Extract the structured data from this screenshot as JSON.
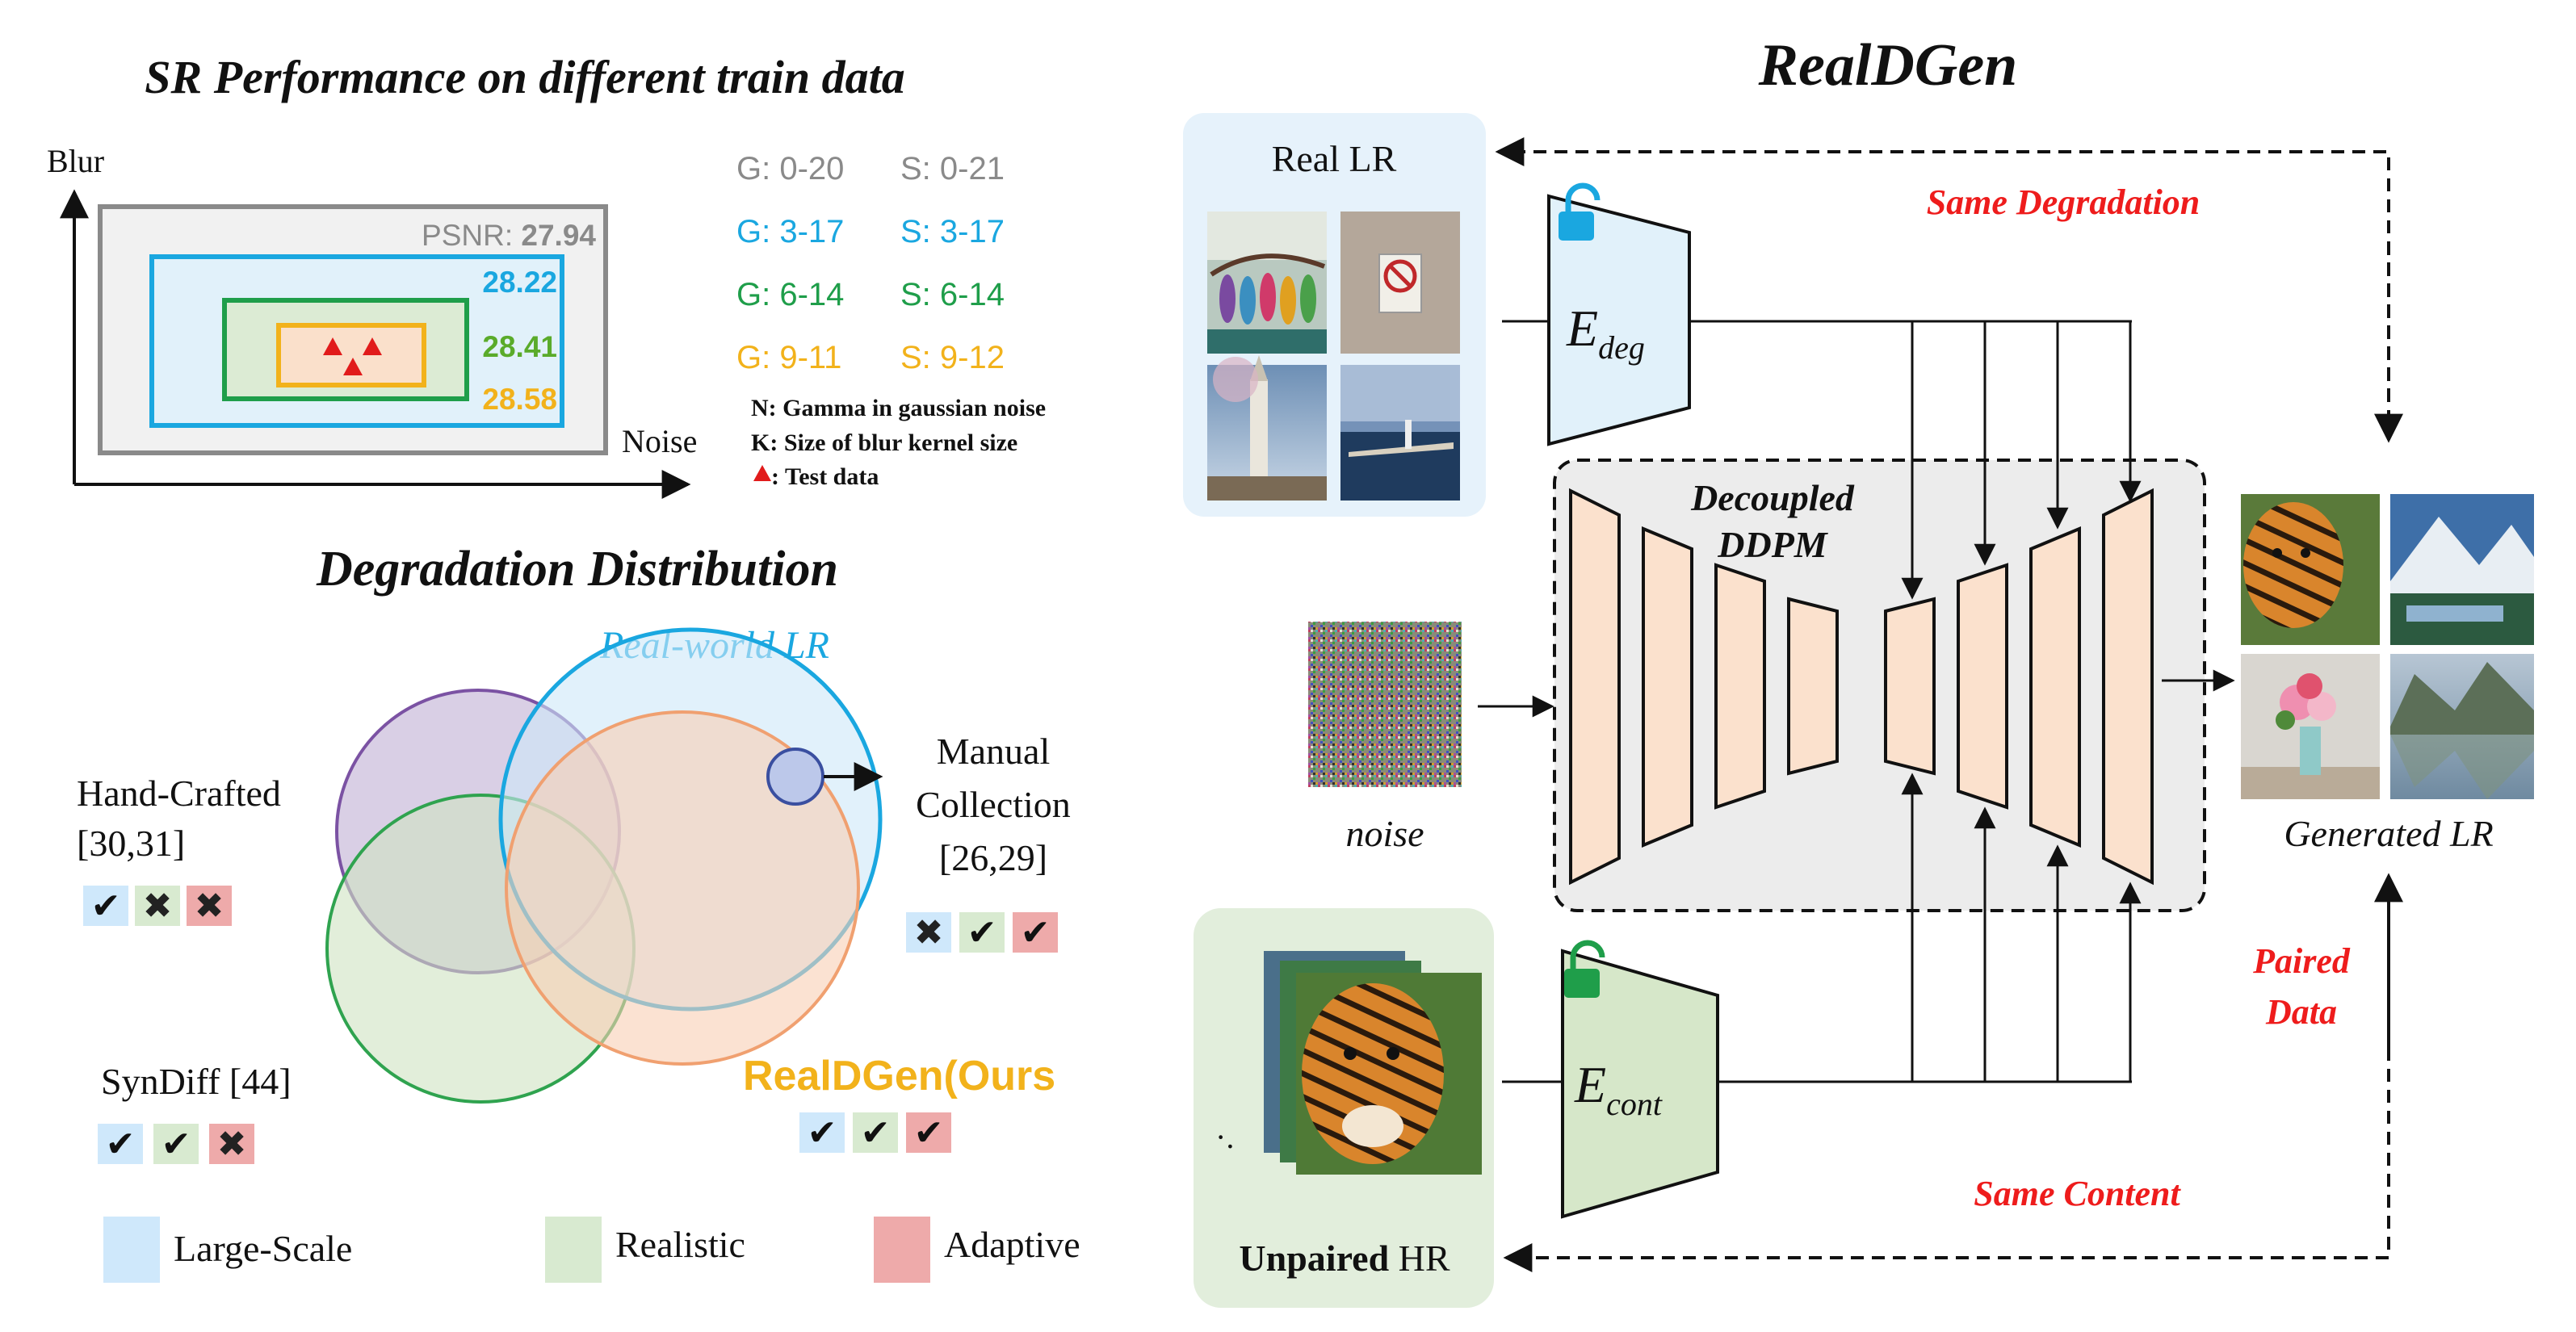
{
  "sr_panel": {
    "title": "SR Performance on different train data",
    "axis_y": "Blur",
    "axis_x": "Noise",
    "psnr_prefix": "PSNR: ",
    "psnr_values": [
      "27.94",
      "28.22",
      "28.41",
      "28.58"
    ],
    "ranges": [
      {
        "g": "G: 0-20",
        "s": "S: 0-21",
        "color": "#8a8a8a"
      },
      {
        "g": "G: 3-17",
        "s": "S: 3-17",
        "color": "#1aa7e0"
      },
      {
        "g": "G: 6-14",
        "s": "S: 6-14",
        "color": "#1f9e4a"
      },
      {
        "g": "G: 9-11",
        "s": "S: 9-12",
        "color": "#f2b21b"
      }
    ],
    "notes": {
      "n": "N: Gamma in gaussian noise",
      "k": "K: Size of blur kernel size",
      "t": ": Test data"
    }
  },
  "distribution_panel": {
    "title": "Degradation Distribution",
    "real_world": "Real-world LR",
    "hand_crafted": [
      "Hand-Crafted",
      "[30,31]"
    ],
    "manual": [
      "Manual",
      "Collection",
      "[26,29]"
    ],
    "syndiff": "SynDiff [44]",
    "ours": "RealDGen(Ours",
    "legend": [
      "Large-Scale",
      "Realistic",
      "Adaptive"
    ],
    "legend_colors": [
      "#cfe8fb",
      "#d8ead0",
      "#eeaaaa"
    ]
  },
  "realdgen_panel": {
    "title": "RealDGen",
    "real_lr": "Real LR",
    "e_deg": "E",
    "e_deg_sub": "deg",
    "e_cont": "E",
    "e_cont_sub": "cont",
    "ddpm": [
      "Decoupled",
      "DDPM"
    ],
    "noise": "noise",
    "generated": "Generated LR",
    "unpaired_bold": "Unpaired",
    "unpaired_rest": " HR",
    "same_degradation": "Same Degradation",
    "same_content": "Same Content",
    "paired": [
      "Paired",
      "Data"
    ],
    "ellipsis": "·."
  }
}
